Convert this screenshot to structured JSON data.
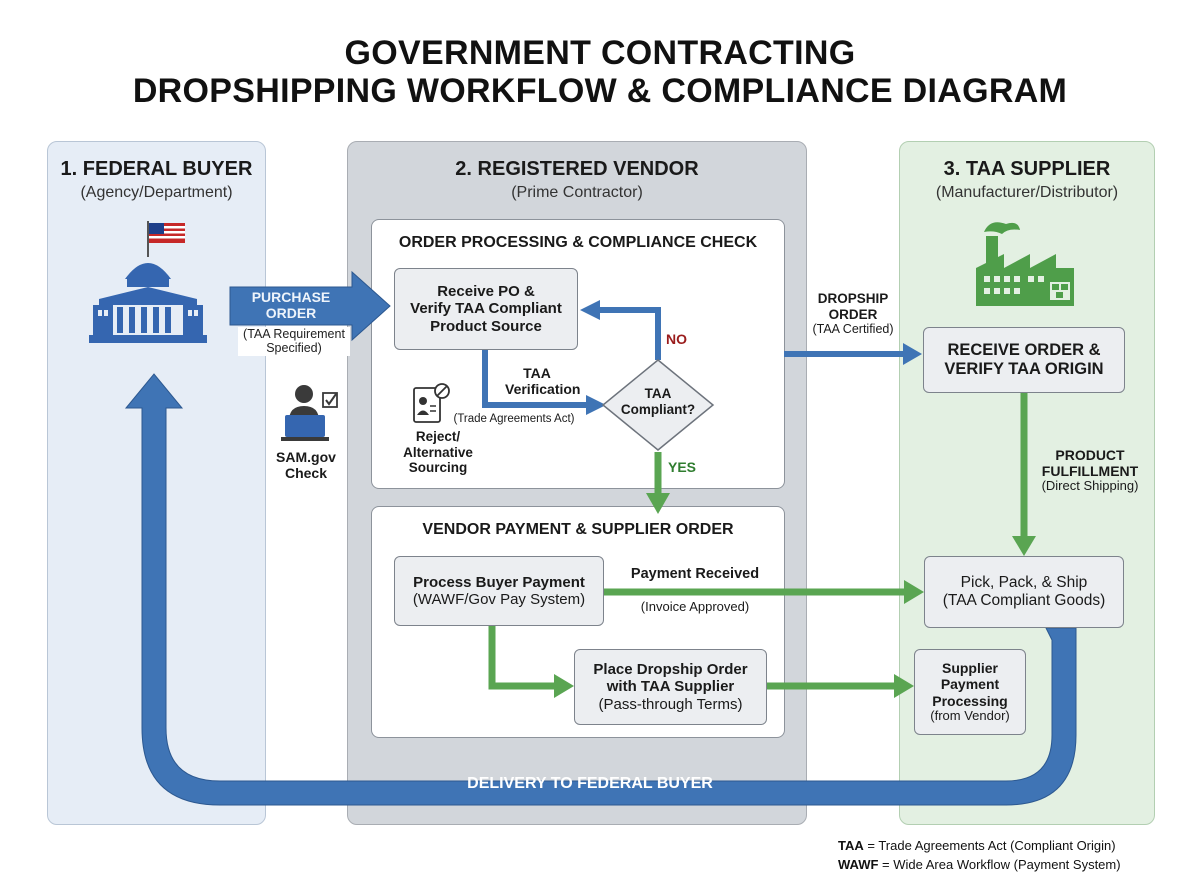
{
  "title": {
    "line1": "GOVERNMENT CONTRACTING",
    "line2": "DROPSHIPPING WORKFLOW & COMPLIANCE DIAGRAM"
  },
  "lanes": {
    "buyer": {
      "title": "1. FEDERAL BUYER",
      "subtitle": "(Agency/Department)"
    },
    "vendor": {
      "title": "2. REGISTERED VENDOR",
      "subtitle": "(Prime Contractor)"
    },
    "supplier": {
      "title": "3. TAA SUPPLIER",
      "subtitle": "(Manufacturer/Distributor)"
    }
  },
  "buyer": {
    "purchase_order": {
      "line1": "PURCHASE",
      "line2": "ORDER",
      "note1": "(TAA Requirement",
      "note2": "Specified)"
    },
    "sam": {
      "line1": "SAM.gov",
      "line2": "Check"
    }
  },
  "order_processing": {
    "title": "ORDER PROCESSING & COMPLIANCE CHECK",
    "receive_po": {
      "line1": "Receive PO &",
      "line2": "Verify TAA Compliant",
      "line3": "Product Source"
    },
    "verification": {
      "line1": "TAA",
      "line2": "Verification",
      "note": "(Trade Agreements Act)"
    },
    "decision": {
      "line1": "TAA",
      "line2": "Compliant?"
    },
    "no_label": "NO",
    "yes_label": "YES",
    "reject": {
      "line1": "Reject/",
      "line2": "Alternative",
      "line3": "Sourcing"
    }
  },
  "vendor_payment": {
    "title": "VENDOR PAYMENT & SUPPLIER ORDER",
    "process_payment": {
      "line1": "Process Buyer Payment",
      "line2": "(WAWF/Gov Pay System)"
    },
    "payment_received": "Payment Received",
    "invoice_approved": "(Invoice Approved)",
    "dropship_order": {
      "line1": "Place Dropship Order",
      "line2": "with TAA Supplier",
      "line3": "(Pass-through Terms)"
    }
  },
  "supplier": {
    "dropship_label": {
      "line1": "DROPSHIP",
      "line2": "ORDER",
      "note": "(TAA Certified)"
    },
    "receive_order": {
      "line1": "RECEIVE ORDER &",
      "line2": "VERIFY TAA ORIGIN"
    },
    "fulfillment": {
      "line1": "PRODUCT",
      "line2": "FULFILLMENT",
      "note": "(Direct Shipping)"
    },
    "pick_pack": {
      "line1": "Pick, Pack, & Ship",
      "line2": "(TAA Compliant Goods)"
    },
    "supplier_payment": {
      "line1": "Supplier",
      "line2": "Payment",
      "line3": "Processing",
      "line4": "(from Vendor)"
    }
  },
  "delivery": "DELIVERY TO FEDERAL BUYER",
  "legend": [
    {
      "term": "TAA",
      "definition": " = Trade Agreements Act (Compliant Origin)"
    },
    {
      "term": "WAWF",
      "definition": " = Wide Area Workflow (Payment System)"
    }
  ],
  "colors": {
    "blue_arrow": "#3f74b5",
    "green_arrow": "#5aa552",
    "decision_no": "#9a1c1c",
    "decision_yes": "#2f7d2f",
    "buyer_lane": "#e6edf6",
    "vendor_lane": "#d2d6db",
    "supplier_lane": "#e3f0e2"
  },
  "icons": [
    "capitol-building-icon",
    "us-flag-icon",
    "person-laptop-icon",
    "checkbox-icon",
    "reject-document-icon",
    "factory-icon"
  ]
}
